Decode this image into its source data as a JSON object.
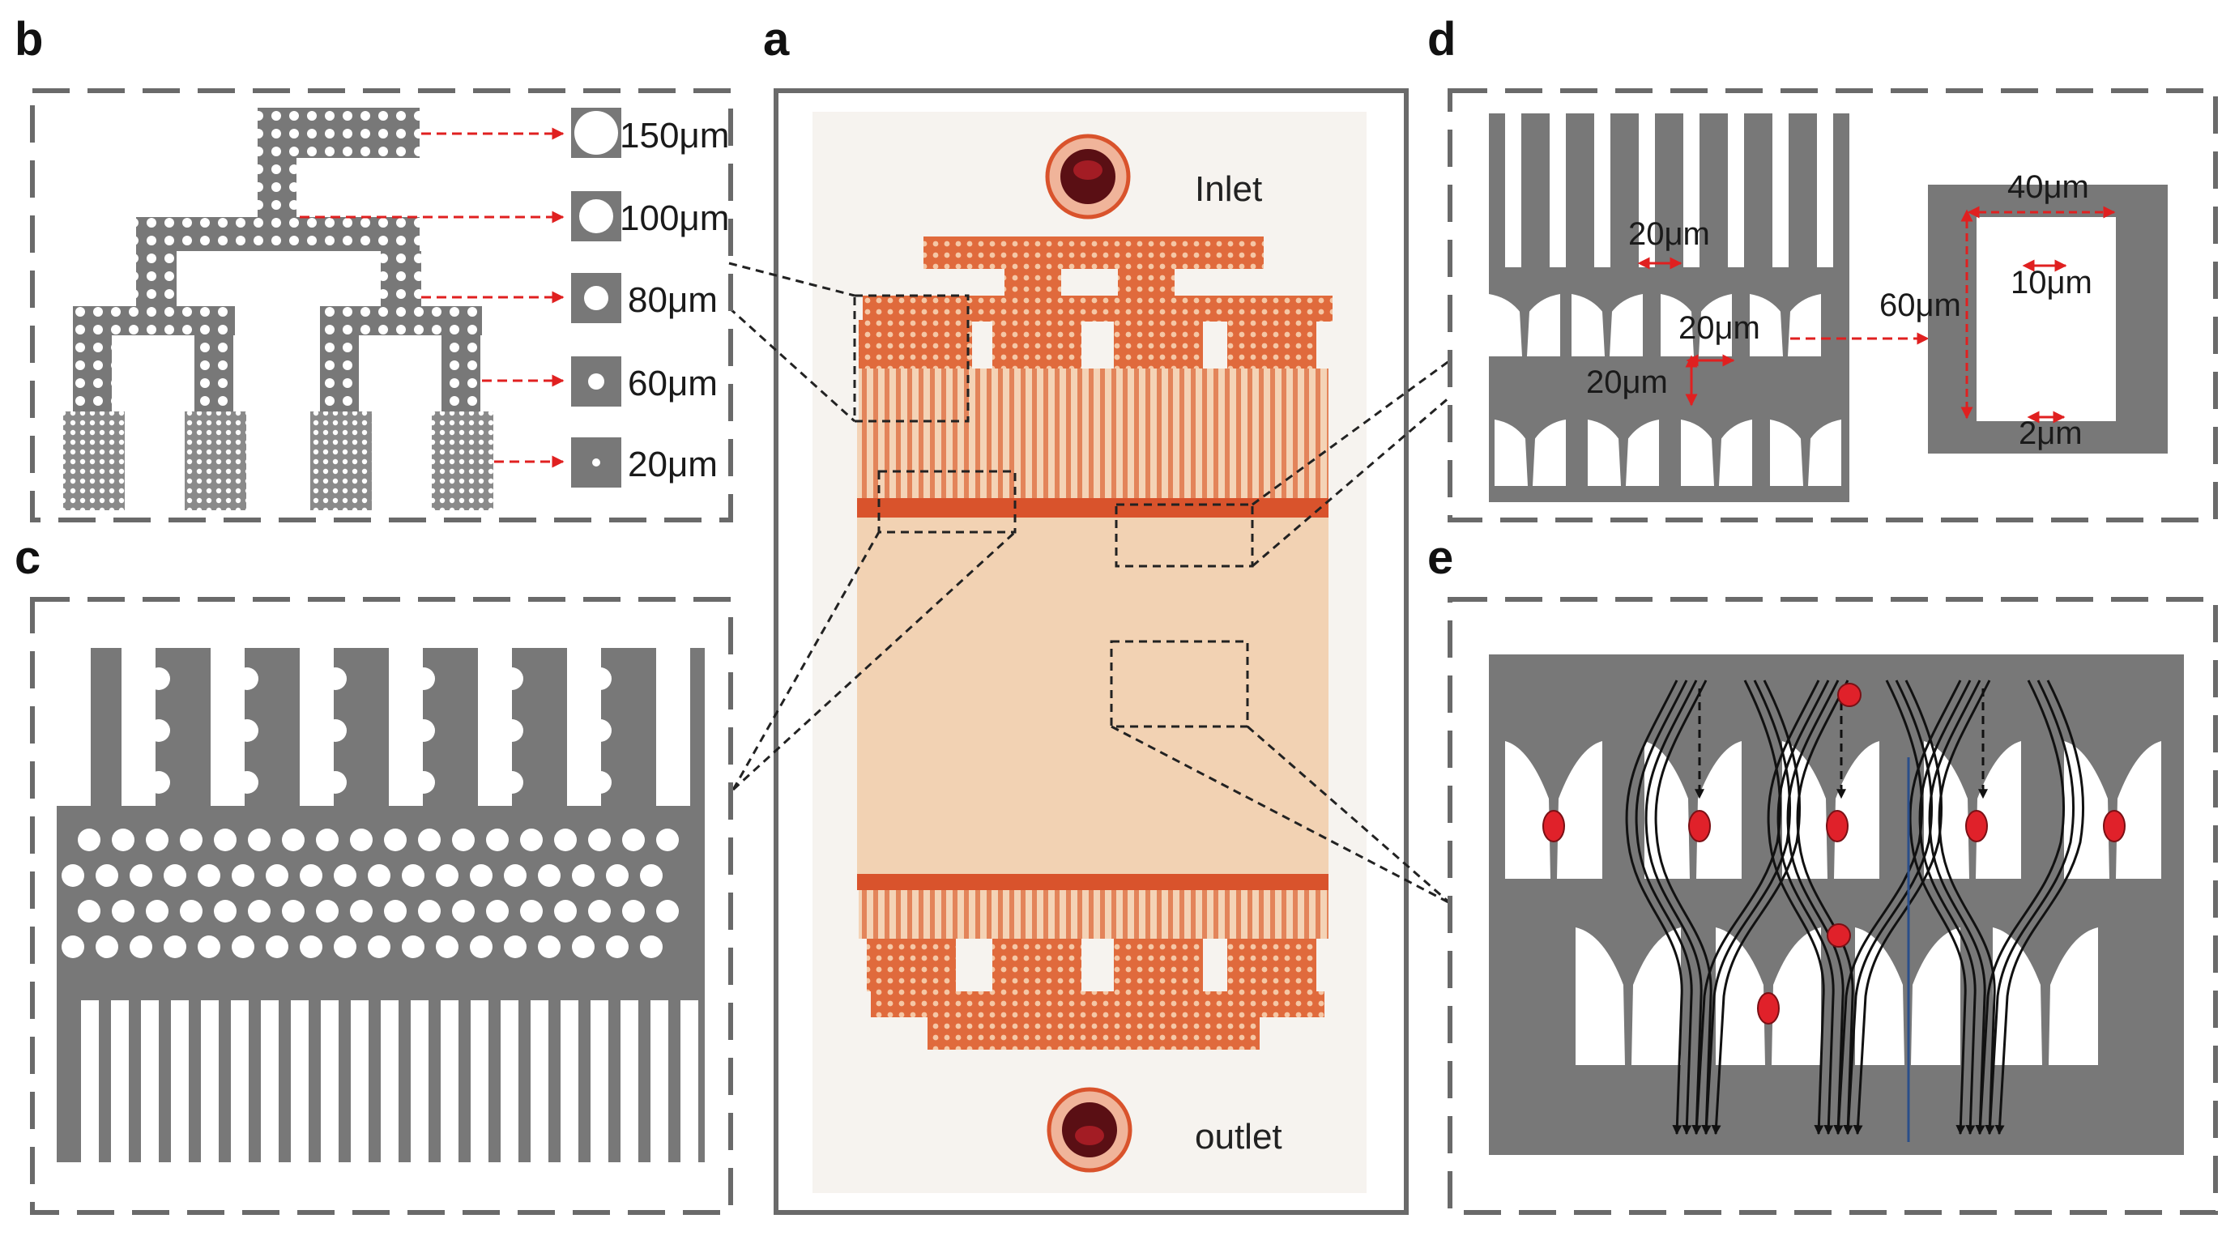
{
  "panels": {
    "a": {
      "letter": "a",
      "inlet_label": "Inlet",
      "outlet_label": "outlet"
    },
    "b": {
      "letter": "b",
      "pillar_sizes": [
        "150μm",
        "100μm",
        "80μm",
        "60μm",
        "20μm"
      ]
    },
    "c": {
      "letter": "c"
    },
    "d": {
      "letter": "d",
      "gap_labels": [
        "20μm",
        "20μm",
        "20μm"
      ],
      "trap_height": "60μm",
      "trap_top_width": "40μm",
      "trap_mid_width": "10μm",
      "trap_bottom_width": "2μm"
    },
    "e": {
      "letter": "e"
    }
  },
  "colors": {
    "pillar_gray": "#787878",
    "frame_gray": "#6a6a6a",
    "chip_orange": "#d9532c",
    "chip_bed": "#f2d2b3",
    "cell_red": "#e0212a",
    "arrow_red": "#e02020",
    "blue_line": "#2a4e8a"
  },
  "icons": {
    "cell": "red-cell-ellipse",
    "arrow": "dashed-arrow"
  }
}
